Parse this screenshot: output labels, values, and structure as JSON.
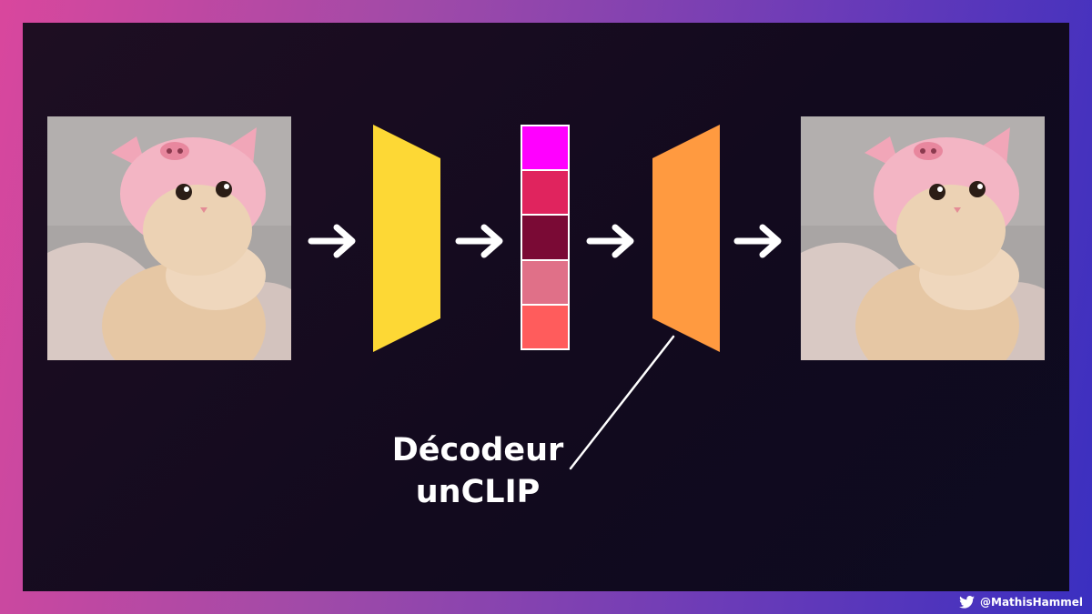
{
  "diagram": {
    "label_line1": "Décodeur",
    "label_line2": "unCLIP",
    "input_image": "cat-in-pink-pig-hat-photo",
    "output_image": "cat-in-pink-pig-hat-photo",
    "encoder_color": "#fdd835",
    "decoder_color": "#ff9a40",
    "embedding_colors": [
      "#ff00ff",
      "#e0245e",
      "#7a0a35",
      "#e07088",
      "#ff5c5c"
    ],
    "arrow_icon": "right-arrow-icon"
  },
  "footer": {
    "icon": "twitter-bird-icon",
    "handle": "@MathisHammel"
  },
  "theme": {
    "border_gradient": [
      "#d9479d",
      "#3a2fc0"
    ],
    "slide_background": "#140b1e",
    "text_color": "#ffffff"
  }
}
